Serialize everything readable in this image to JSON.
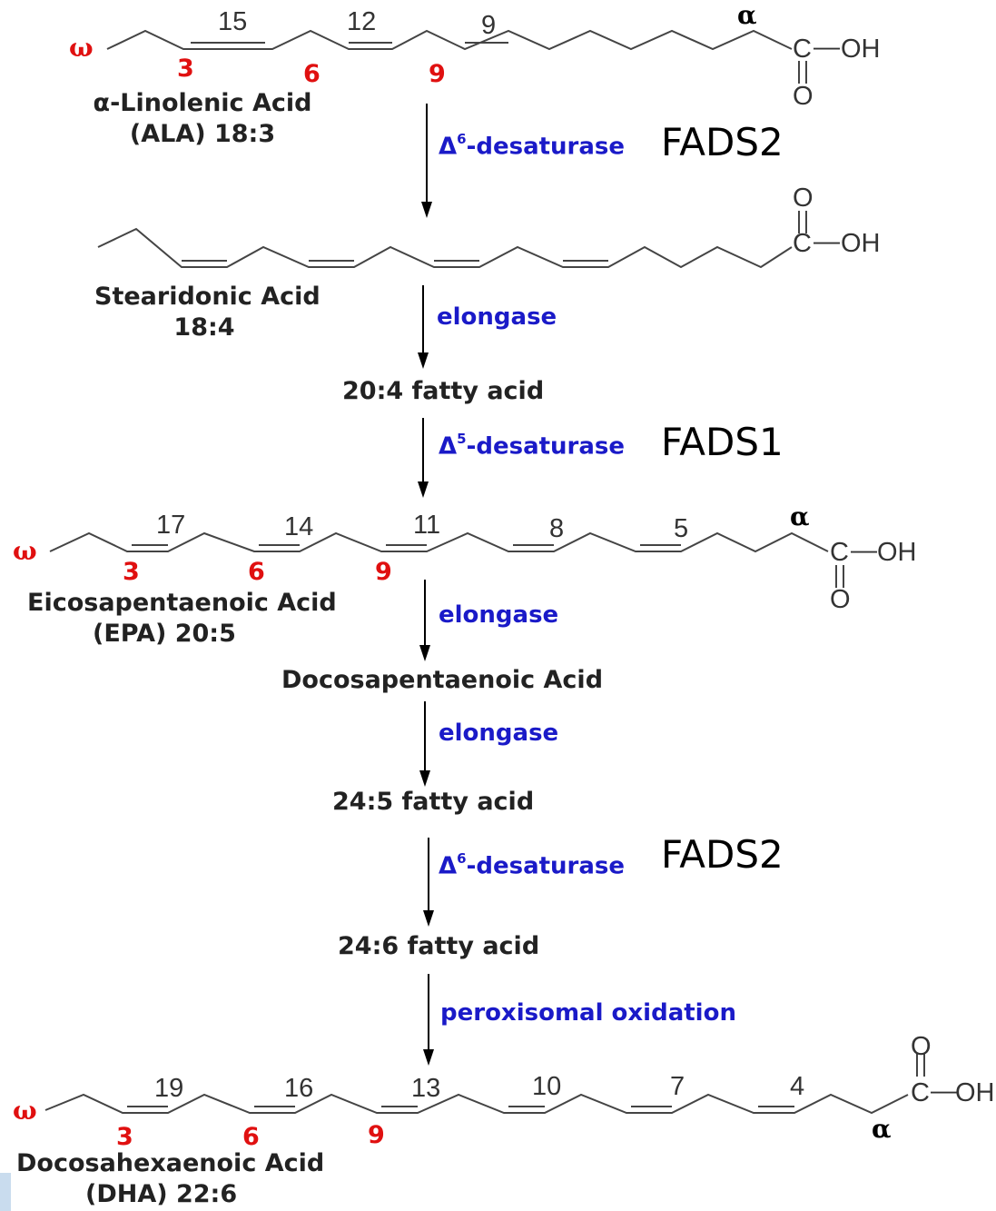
{
  "molecules": {
    "ala": {
      "name_line1": "α-Linolenic Acid",
      "name_line2": "(ALA) 18:3",
      "top_numbers": [
        "15",
        "12",
        "9"
      ],
      "omega_numbers": [
        "3",
        "6",
        "9"
      ],
      "omega_symbol": "ω",
      "alpha_symbol": "α",
      "carboxyl": {
        "c": "C",
        "oh": "OH",
        "o": "O"
      }
    },
    "sda": {
      "name_line1": "Stearidonic Acid",
      "name_line2": "18:4",
      "carboxyl": {
        "c": "C",
        "oh": "OH",
        "o": "O"
      }
    },
    "epa": {
      "name_line1": "Eicosapentaenoic Acid",
      "name_line2": "(EPA)  20:5",
      "top_numbers": [
        "17",
        "14",
        "11",
        "8",
        "5"
      ],
      "omega_numbers": [
        "3",
        "6",
        "9"
      ],
      "omega_symbol": "ω",
      "alpha_symbol": "α",
      "carboxyl": {
        "c": "C",
        "oh": "OH",
        "o": "O"
      }
    },
    "dha": {
      "name_line1": "Docosahexaenoic Acid",
      "name_line2": "(DHA)  22:6",
      "top_numbers": [
        "19",
        "16",
        "13",
        "10",
        "7",
        "4"
      ],
      "omega_numbers": [
        "3",
        "6",
        "9"
      ],
      "omega_symbol": "ω",
      "alpha_symbol": "α",
      "carboxyl": {
        "c": "C",
        "oh": "OH",
        "o": "O"
      }
    }
  },
  "intermediates": {
    "fa_20_4": "20:4 fatty acid",
    "dpa": "Docosapentaenoic Acid",
    "fa_24_5": "24:5 fatty acid",
    "fa_24_6": "24:6 fatty acid"
  },
  "steps": [
    {
      "delta": "Δ",
      "sup": "6",
      "text": "-desaturase",
      "gene": "FADS2"
    },
    {
      "text": "elongase"
    },
    {
      "delta": "Δ",
      "sup": "5",
      "text": "-desaturase",
      "gene": "FADS1"
    },
    {
      "text": "elongase"
    },
    {
      "text": "elongase"
    },
    {
      "delta": "Δ",
      "sup": "6",
      "text": "-desaturase",
      "gene": "FADS2"
    },
    {
      "text": "peroxisomal oxidation"
    }
  ],
  "colors": {
    "bond": "#444444",
    "enzyme": "#1a1ac8",
    "omega_numbers": "#e01010",
    "text": "#222222"
  }
}
